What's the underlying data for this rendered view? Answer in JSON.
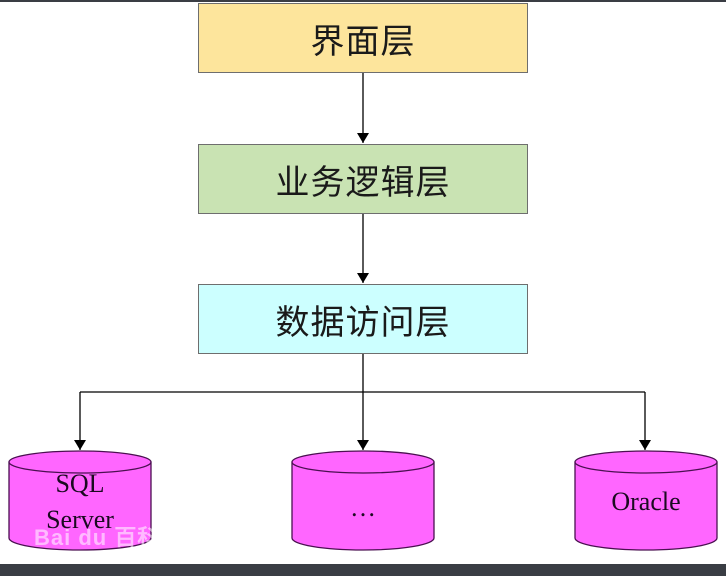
{
  "diagram": {
    "layers": [
      {
        "label": "界面层",
        "color": "#fde59c"
      },
      {
        "label": "业务逻辑层",
        "color": "#c9e3b3"
      },
      {
        "label": "数据访问层",
        "color": "#ccffff"
      }
    ],
    "databases": [
      {
        "label_line1": "SQL",
        "label_line2": "Server"
      },
      {
        "label": "…"
      },
      {
        "label": "Oracle"
      }
    ],
    "database_color": "#ff66ff",
    "watermark": "Bai du 百科"
  }
}
